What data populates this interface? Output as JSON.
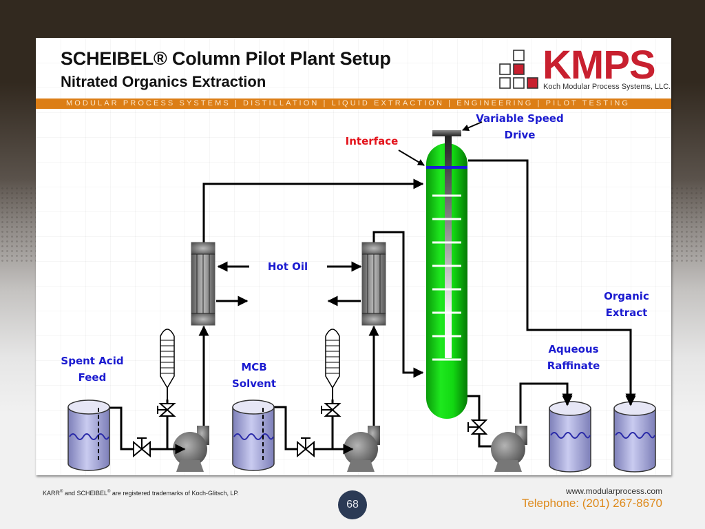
{
  "slide": {
    "title": "SCHEIBEL® Column Pilot Plant Setup",
    "subtitle": "Nitrated Organics Extraction",
    "tagline": "MODULAR PROCESS SYSTEMS | DISTILLATION | LIQUID EXTRACTION | ENGINEERING | PILOT TESTING",
    "page_number": "68"
  },
  "logo": {
    "name": "KMPS",
    "full_name": "Koch Modular Process Systems, LLC.",
    "brand_color": "#c8202f"
  },
  "colors": {
    "accent_band": "#dc7e16",
    "label_blue": "#1b1bd0",
    "label_red": "#e3141c",
    "column_green": "#10d010",
    "interface_line": "#1a1ad8",
    "page_badge": "#2b3a55",
    "phone_orange": "#de8a1c"
  },
  "diagram": {
    "labels": {
      "variable_speed_drive": [
        "Variable Speed",
        "Drive"
      ],
      "interface": "Interface",
      "hot_oil": "Hot Oil",
      "organic_extract": [
        "Organic",
        "Extract"
      ],
      "aqueous_raffinate": [
        "Aqueous",
        "Raffinate"
      ],
      "spent_acid_feed": [
        "Spent Acid",
        "Feed"
      ],
      "mcb_solvent": [
        "MCB",
        "Solvent"
      ]
    },
    "equipment": [
      "scheibel-column",
      "variable-speed-drive",
      "heat-exchanger-feed",
      "heat-exchanger-solvent",
      "feed-tank",
      "solvent-tank",
      "raffinate-tank",
      "extract-tank",
      "feed-pump",
      "solvent-pump",
      "raffinate-pump",
      "feed-calibration-column",
      "solvent-calibration-column",
      "feed-valve",
      "solvent-valve",
      "raffinate-valve",
      "feed-calibration-valve",
      "solvent-calibration-valve"
    ],
    "column_stage_count": 8
  },
  "footer": {
    "trademark_note": {
      "part1": "KARR",
      "part2": " and SCHEIBEL",
      "part3": " are registered trademarks of Koch-Glitsch, LP.",
      "reg": "®"
    },
    "website": "www.modularprocess.com",
    "telephone": "Telephone: (201) 267-8670"
  }
}
